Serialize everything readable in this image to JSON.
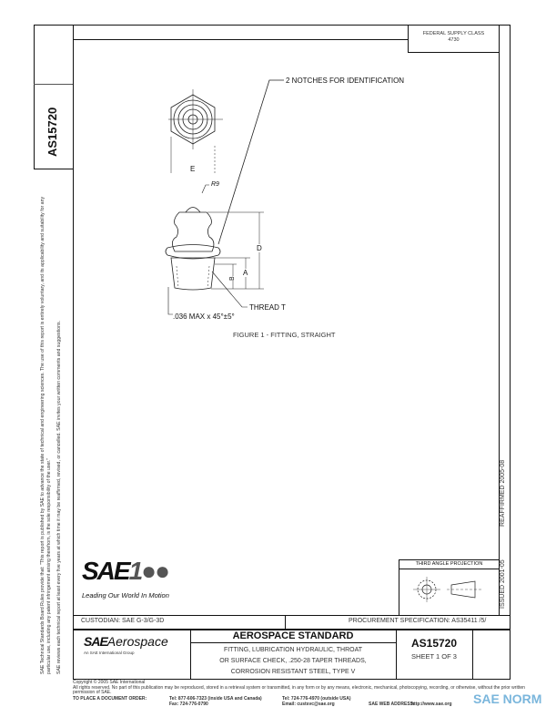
{
  "side_tab": {
    "doc_number": "AS15720"
  },
  "disclaimer": {
    "line1": "SAE Technical Standards Board Rules provide that: \"This report is published by SAE to advance the state of technical and engineering sciences. The use of this report is entirely voluntary, and its applicability and suitability for any particular use, including any patent infringement arising therefrom, is the sole responsibility of the user.\"",
    "line2": "SAE reviews each technical report at least every five years at which time it may be reaffirmed, revised, or cancelled. SAE invites your written comments and suggestions."
  },
  "header": {
    "fsc_label": "FEDERAL SUPPLY CLASS",
    "fsc_value": "4730"
  },
  "drawing": {
    "notch_note": "2 NOTCHES FOR IDENTIFICATION",
    "dim_e": "E",
    "dim_d": "D",
    "dim_a": "A",
    "dim_b": "B",
    "radius_label": "R9",
    "thread_label": "THREAD T",
    "chamfer_note": ".036 MAX x 45°±5°",
    "figure_caption": "FIGURE 1 - FITTING, STRAIGHT"
  },
  "right_strip": {
    "reaffirmed": "REAFFIRMED 2005-08",
    "issued": "ISSUED 2001-05"
  },
  "projection": {
    "label": "THIRD ANGLE PROJECTION"
  },
  "logo": {
    "text": "SAE100",
    "tagline": "Leading Our World In Motion"
  },
  "custodian": "CUSTODIAN:  SAE G-3/G-3D",
  "procurement": "PROCUREMENT SPECIFICATION: AS35411 /5/",
  "title_block": {
    "brand_sae": "SAE",
    "brand_aero": "Aerospace",
    "brand_sub": "An SAE International Group",
    "heading": "AEROSPACE STANDARD",
    "title_lines": [
      "FITTING, LUBRICATION  HYDRAULIC, THROAT",
      "OR SURFACE CHECK, .250-28 TAPER THREADS,",
      "CORROSION RESISTANT STEEL, TYPE V"
    ],
    "doc_number": "AS15720",
    "sheet": "SHEET 1 OF 3"
  },
  "footer": {
    "copyright": "Copyright © 2005 SAE International",
    "rights": "All rights reserved. No part of this publication may be reproduced, stored in a retrieval system or transmitted, in any form or by any means, electronic, mechanical, photocopying, recording, or otherwise, without the prior written permission of SAE.",
    "order_label": "TO PLACE A DOCUMENT ORDER:",
    "tel_us": "Tel:   877-606-7323 (inside USA and Canada)",
    "fax": "Fax:  724-776-0790",
    "tel_intl": "Tel:   724-776-4970 (outside USA)",
    "email": "Email:  custsvc@sae.org",
    "web_label": "SAE WEB ADDRESS:",
    "web": "http://www.sae.org",
    "watermark": "SAE NORM"
  }
}
